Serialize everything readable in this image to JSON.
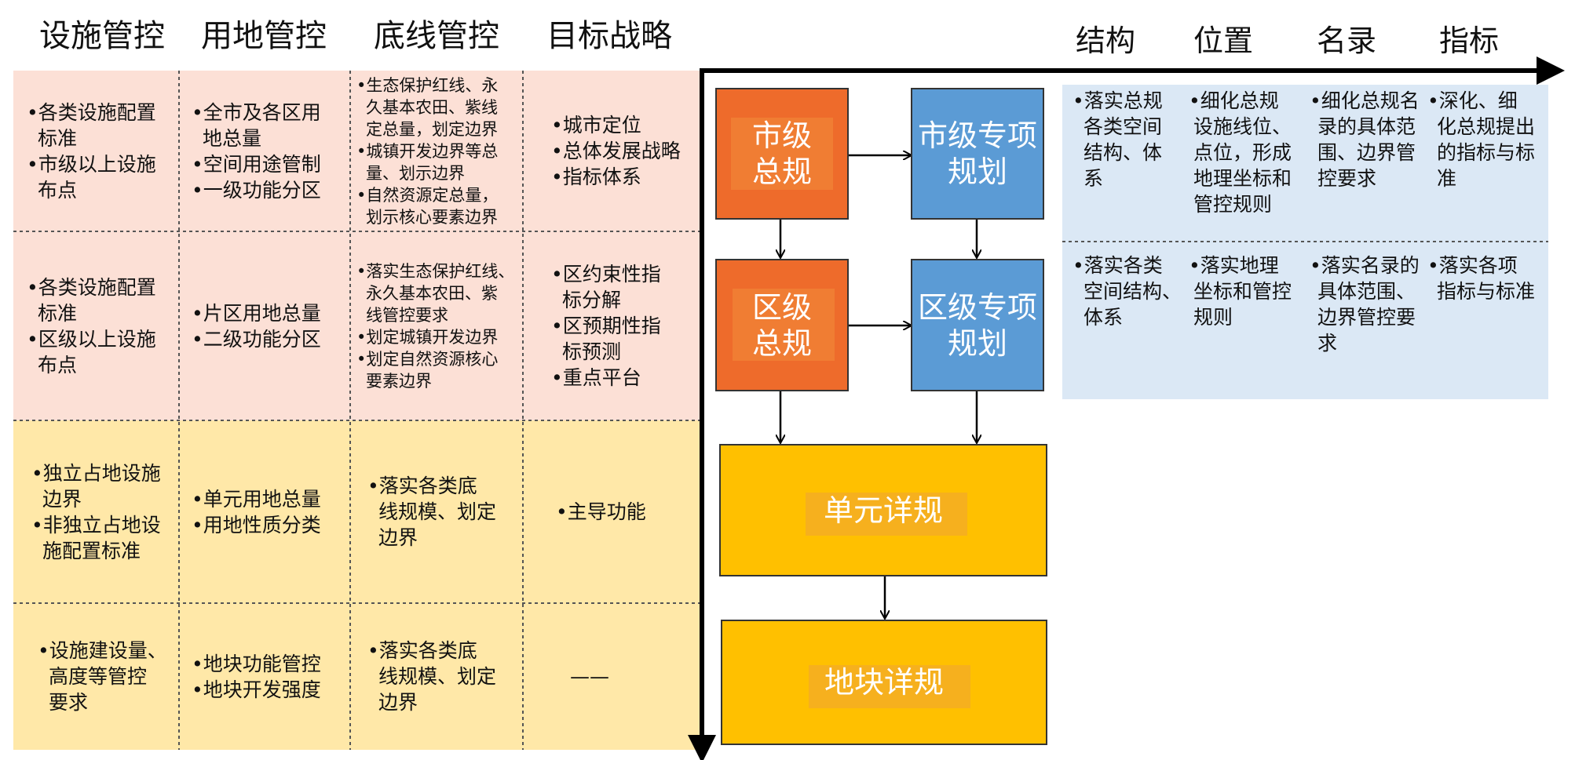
{
  "left_headers": [
    "设施管控",
    "用地管控",
    "底线管控",
    "目标战略"
  ],
  "right_headers": [
    "结构",
    "位置",
    "名录",
    "指标"
  ],
  "left_rows": [
    {
      "cells": [
        [
          "•各类设施配置",
          "标准",
          "•市级以上设施",
          "布点"
        ],
        [
          "•全市及各区用",
          "地总量",
          "•空间用途管制",
          "•一级功能分区"
        ],
        [
          "•生态保护红线、永",
          "久基本农田、紫线",
          "定总量，划定边界",
          "•城镇开发边界等总",
          "量、划示边界",
          "•自然资源定总量，",
          "划示核心要素边界"
        ],
        [
          "•城市定位",
          "•总体发展战略",
          "•指标体系"
        ]
      ]
    },
    {
      "cells": [
        [
          "•各类设施配置",
          "标准",
          "•区级以上设施",
          "布点"
        ],
        [
          "•片区用地总量",
          "•二级功能分区"
        ],
        [
          "•落实生态保护红线、",
          "永久基本农田、紫",
          "线管控要求",
          "•划定城镇开发边界",
          "•划定自然资源核心",
          "要素边界"
        ],
        [
          "•区约束性指",
          "标分解",
          "•区预期性指",
          "标预测",
          "•重点平台"
        ]
      ]
    },
    {
      "cells": [
        [
          "•独立占地设施",
          "边界",
          "•非独立占地设",
          "施配置标准"
        ],
        [
          "•单元用地总量",
          "•用地性质分类"
        ],
        [
          "•落实各类底",
          "线规模、划定",
          "边界"
        ],
        [
          "•主导功能"
        ]
      ]
    },
    {
      "cells": [
        [
          "•设施建设量、",
          "高度等管控",
          "要求"
        ],
        [
          "•地块功能管控",
          "•地块开发强度"
        ],
        [
          "•落实各类底",
          "线规模、划定",
          "边界"
        ],
        [
          "——"
        ]
      ]
    }
  ],
  "flow_boxes": {
    "city_master": "市级\n总规",
    "city_special": "市级专项\n规划",
    "district_master": "区级\n总规",
    "district_special": "区级专项\n规划",
    "unit_detail": "单元详规",
    "plot_detail": "地块详规"
  },
  "right_rows": [
    {
      "cells": [
        [
          "•落实总规",
          "各类空间",
          "结构、体",
          "系"
        ],
        [
          "•细化总规",
          "设施线位、",
          "点位，形成",
          "地理坐标和",
          "管控规则"
        ],
        [
          "•细化总规名",
          "录的具体范",
          "围、边界管",
          "控要求"
        ],
        [
          "•深化、细",
          "化总规提出",
          "的指标与标",
          "准"
        ]
      ]
    },
    {
      "cells": [
        [
          "•落实各类",
          "空间结构、",
          "体系"
        ],
        [
          "•落实地理",
          "坐标和管控",
          "规则"
        ],
        [
          "•落实名录的",
          "具体范围、",
          "边界管控要",
          "求"
        ],
        [
          "•落实各项",
          "指标与标准"
        ]
      ]
    }
  ],
  "colors": {
    "pink_bg": "#FCE0D6",
    "yellow_bg": "#FFE8A8",
    "blue_bg": "#DBE8F5",
    "orange_box": "#EE6B2B",
    "orange_inner": "#F07D33",
    "blue_box": "#5B9BD5",
    "gold_box": "#FFC000",
    "gold_inner": "#F6B01E"
  }
}
